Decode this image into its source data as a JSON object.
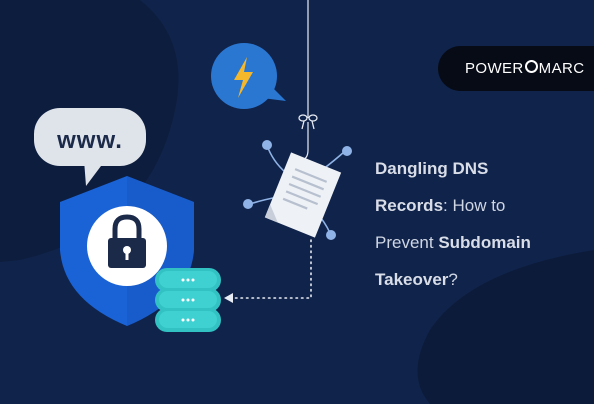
{
  "brand": {
    "name_part1": "POWER",
    "name_part2": "MARC"
  },
  "speech_bubble": {
    "text": "www."
  },
  "headline": {
    "word1": "Dangling DNS",
    "word2": "Records",
    "word3": ": How to",
    "word4": "Prevent",
    "word5": "Subdomain",
    "word6": "Takeover",
    "word7": "?"
  },
  "icons": [
    "shield-icon",
    "padlock-icon",
    "database-icon",
    "document-icon",
    "lightning-bolt-icon",
    "hook-icon"
  ],
  "colors": {
    "background": "#10234a",
    "shield": "#1a63d6",
    "database": "#33c2c4",
    "lightning_bubble": "#2a77d2",
    "bolt": "#f5b72b"
  }
}
